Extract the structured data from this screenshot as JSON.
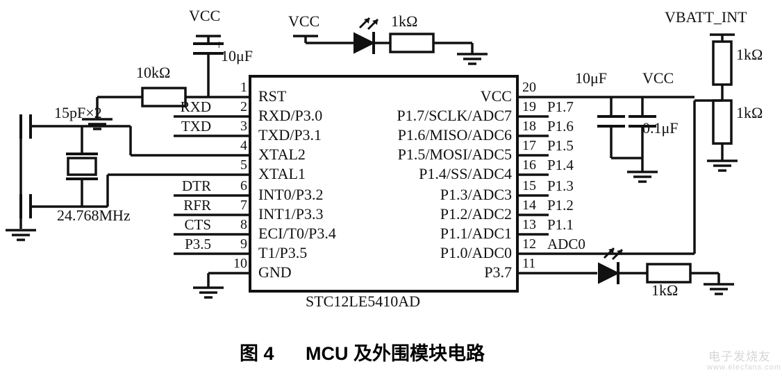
{
  "figure": {
    "caption_number": "图 4",
    "caption_text": "MCU 及外围模块电路",
    "chip_name": "STC12LE5410AD"
  },
  "chip": {
    "left_pins": [
      {
        "num": "1",
        "name": "RST",
        "net": ""
      },
      {
        "num": "2",
        "name": "RXD/P3.0",
        "net": "RXD"
      },
      {
        "num": "3",
        "name": "TXD/P3.1",
        "net": "TXD"
      },
      {
        "num": "4",
        "name": "XTAL2",
        "net": ""
      },
      {
        "num": "5",
        "name": "XTAL1",
        "net": ""
      },
      {
        "num": "6",
        "name": "INT0/P3.2",
        "net": "DTR"
      },
      {
        "num": "7",
        "name": "INT1/P3.3",
        "net": "RFR"
      },
      {
        "num": "8",
        "name": "ECI/T0/P3.4",
        "net": "CTS"
      },
      {
        "num": "9",
        "name": "T1/P3.5",
        "net": "P3.5"
      },
      {
        "num": "10",
        "name": "GND",
        "net": ""
      }
    ],
    "right_pins": [
      {
        "num": "20",
        "name": "VCC",
        "net": ""
      },
      {
        "num": "19",
        "name": "P1.7/SCLK/ADC7",
        "net": "P1.7"
      },
      {
        "num": "18",
        "name": "P1.6/MISO/ADC6",
        "net": "P1.6"
      },
      {
        "num": "17",
        "name": "P1.5/MOSI/ADC5",
        "net": "P1.5"
      },
      {
        "num": "16",
        "name": "P1.4/SS/ADC4",
        "net": "P1.4"
      },
      {
        "num": "15",
        "name": "P1.3/ADC3",
        "net": "P1.3"
      },
      {
        "num": "14",
        "name": "P1.2/ADC2",
        "net": "P1.2"
      },
      {
        "num": "13",
        "name": "P1.1/ADC1",
        "net": "P1.1"
      },
      {
        "num": "12",
        "name": "P1.0/ADC0",
        "net": "ADC0"
      },
      {
        "num": "11",
        "name": "P3.7",
        "net": ""
      }
    ]
  },
  "components": {
    "reset_pullup": "10kΩ",
    "reset_cap": "10μF",
    "vcc_top_left": "VCC",
    "vcc_led_rail": "VCC",
    "led_top_resistor": "1kΩ",
    "xtal_caps": "15pF×2",
    "xtal_freq": "24.768MHz",
    "bulk_cap": "10μF",
    "vcc_right": "VCC",
    "decoupling_cap": "0.1μF",
    "vbatt_label": "VBATT_INT",
    "divider_r_top": "1kΩ",
    "divider_r_bottom": "1kΩ",
    "led_bottom_resistor": "1kΩ"
  },
  "watermark": {
    "line1": "电子发烧友",
    "line2": "www.elecfans.com"
  },
  "icons": {
    "led": "led-icon",
    "resistor": "resistor-icon",
    "capacitor": "capacitor-icon",
    "polarized_capacitor": "polarized-capacitor-icon",
    "ground": "ground-icon",
    "crystal": "crystal-icon"
  }
}
